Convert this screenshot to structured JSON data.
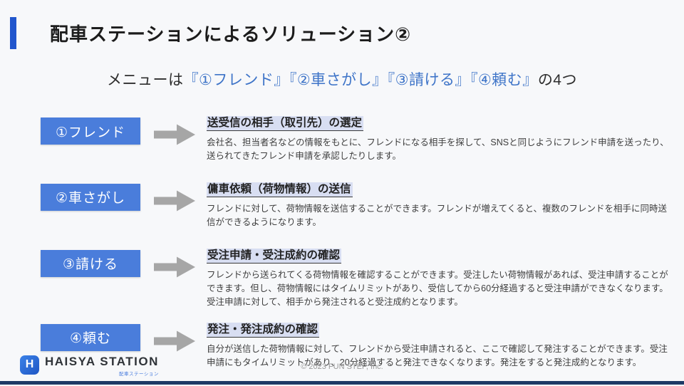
{
  "header": {
    "title": "配車ステーションによるソリューション②"
  },
  "subtitle": {
    "prefix": "メニューは",
    "menu_names": "『①フレンド』『②車さがし』『③請ける』『④頼む』",
    "suffix": "の4つ"
  },
  "menu_items": [
    {
      "button": "①フレンド",
      "heading": "送受信の相手（取引先）の選定",
      "body": "会社名、担当者名などの情報をもとに、フレンドになる相手を探して、SNSと同じようにフレンド申請を送ったり、送られてきたフレンド申請を承認したりします。"
    },
    {
      "button": "②車さがし",
      "heading": "傭車依頼（荷物情報）の送信",
      "body": "フレンドに対して、荷物情報を送信することができます。フレンドが増えてくると、複数のフレンドを相手に同時送信ができるようになります。"
    },
    {
      "button": "③請ける",
      "heading": "受注申請・受注成約の確認",
      "body": "フレンドから送られてくる荷物情報を確認することができます。受注したい荷物情報があれば、受注申請することができます。但し、荷物情報にはタイムリミットがあり、受信してから60分経過すると受注申請ができなくなります。受注申請に対して、相手から発注されると受注成約となります。"
    },
    {
      "button": "④頼む",
      "heading": "発注・発注成約の確認",
      "body": "自分が送信した荷物情報に対して、フレンドから受注申請されると、ここで確認して発注することができます。受注申請にもタイムリミットがあり、20分経過すると発注できなくなります。発注をすると発注成約となります。"
    }
  ],
  "footer": {
    "logo_mark": "H",
    "logo_text": "HAISYA STATION",
    "logo_subtext": "配車ステーション",
    "copyright": "© 2023 FUN STEP, Inc."
  },
  "colors": {
    "accent_blue": "#2156cd",
    "button_blue": "#4a7ddb",
    "subtitle_blue": "#3e74c8",
    "heading_highlight": "#d8def2",
    "arrow_gray": "#a6a6a6",
    "bottom_bar_navy": "#1e3a66",
    "background": "#f7f8fa"
  }
}
